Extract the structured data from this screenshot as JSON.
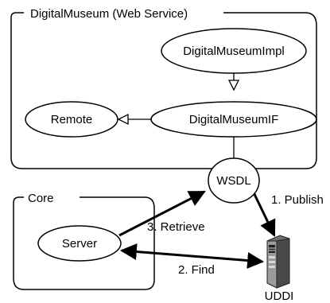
{
  "containers": {
    "web_service": "DigitalMuseum (Web Service)",
    "core": "Core"
  },
  "nodes": {
    "impl": "DigitalMuseumImpl",
    "interface": "DigitalMuseumIF",
    "remote": "Remote",
    "wsdl": "WSDL",
    "server": "Server",
    "uddi": "UDDI"
  },
  "edges": {
    "publish": "1. Publish",
    "find": "2. Find",
    "retrieve": "3. Retrieve"
  }
}
